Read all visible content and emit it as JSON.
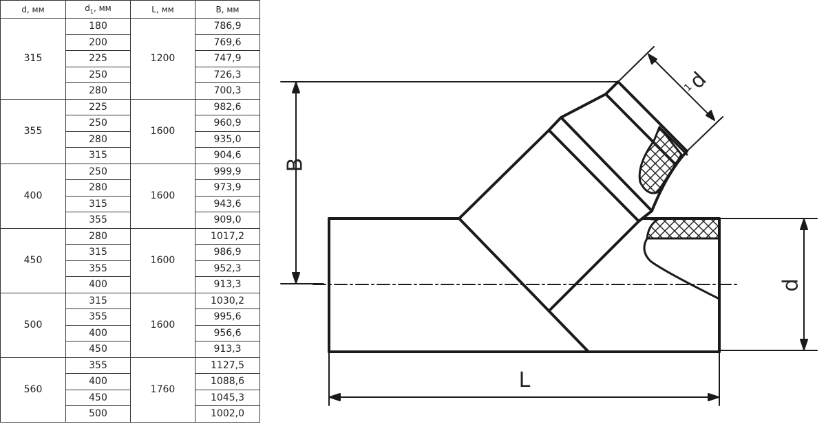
{
  "table": {
    "headers": [
      "d, мм",
      "d1, мм",
      "L, мм",
      "B, мм"
    ],
    "groups": [
      {
        "d": "315",
        "L": "1200",
        "rows": [
          [
            "180",
            "786,9"
          ],
          [
            "200",
            "769,6"
          ],
          [
            "225",
            "747,9"
          ],
          [
            "250",
            "726,3"
          ],
          [
            "280",
            "700,3"
          ]
        ]
      },
      {
        "d": "355",
        "L": "1600",
        "rows": [
          [
            "225",
            "982,6"
          ],
          [
            "250",
            "960,9"
          ],
          [
            "280",
            "935,0"
          ],
          [
            "315",
            "904,6"
          ]
        ]
      },
      {
        "d": "400",
        "L": "1600",
        "rows": [
          [
            "250",
            "999,9"
          ],
          [
            "280",
            "973,9"
          ],
          [
            "315",
            "943,6"
          ],
          [
            "355",
            "909,0"
          ]
        ]
      },
      {
        "d": "450",
        "L": "1600",
        "rows": [
          [
            "280",
            "1017,2"
          ],
          [
            "315",
            "986,9"
          ],
          [
            "355",
            "952,3"
          ],
          [
            "400",
            "913,3"
          ]
        ]
      },
      {
        "d": "500",
        "L": "1600",
        "rows": [
          [
            "315",
            "1030,2"
          ],
          [
            "355",
            "995,6"
          ],
          [
            "400",
            "956,6"
          ],
          [
            "450",
            "913,3"
          ]
        ]
      },
      {
        "d": "560",
        "L": "1760",
        "rows": [
          [
            "355",
            "1127,5"
          ],
          [
            "400",
            "1088,6"
          ],
          [
            "450",
            "1045,3"
          ],
          [
            "500",
            "1002,0"
          ]
        ]
      }
    ]
  },
  "drawing": {
    "label_B": "B",
    "label_d": "d",
    "label_L": "L",
    "label_d1": "d",
    "label_d1_sub": "1"
  }
}
